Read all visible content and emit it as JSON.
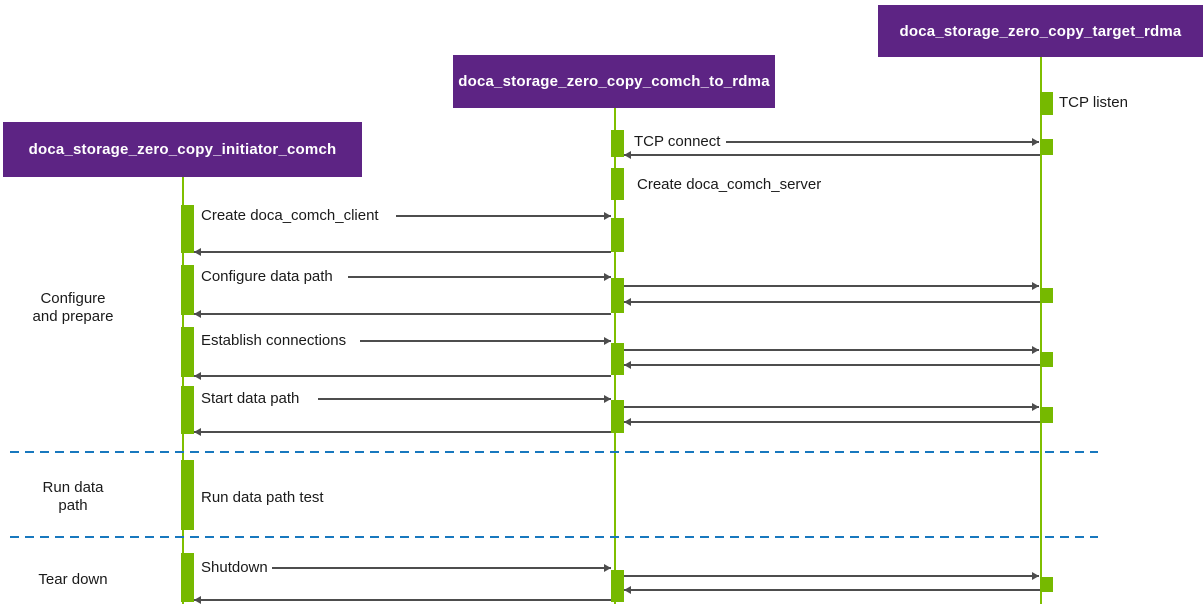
{
  "participants": {
    "initiator": {
      "label": "doca_storage_zero_copy_initiator_comch"
    },
    "comch_to_rdma": {
      "label": "doca_storage_zero_copy_comch_to_rdma"
    },
    "target_rdma": {
      "label": "doca_storage_zero_copy_target_rdma"
    }
  },
  "phases": {
    "configure": {
      "label": "Configure\nand prepare"
    },
    "run": {
      "label": "Run data\npath"
    },
    "teardown": {
      "label": "Tear down"
    }
  },
  "messages": {
    "tcp_listen": {
      "label": "TCP listen"
    },
    "tcp_connect": {
      "label": "TCP connect"
    },
    "create_server": {
      "label": "Create doca_comch_server"
    },
    "create_client": {
      "label": "Create doca_comch_client"
    },
    "configure_data_path": {
      "label": "Configure data path"
    },
    "establish_connections": {
      "label": "Establish connections"
    },
    "start_data_path": {
      "label": "Start data path"
    },
    "run_data_path_test": {
      "label": "Run data path test"
    },
    "shutdown": {
      "label": "Shutdown"
    }
  },
  "colors": {
    "participant_purple": "#5D2484",
    "lifeline_green": "#7FBF00",
    "activation_green": "#76B900",
    "arrow_gray": "#4D4D4D",
    "divider_blue": "#1878BE",
    "text_black": "#1A1A1A",
    "background": "#FFFFFF"
  }
}
